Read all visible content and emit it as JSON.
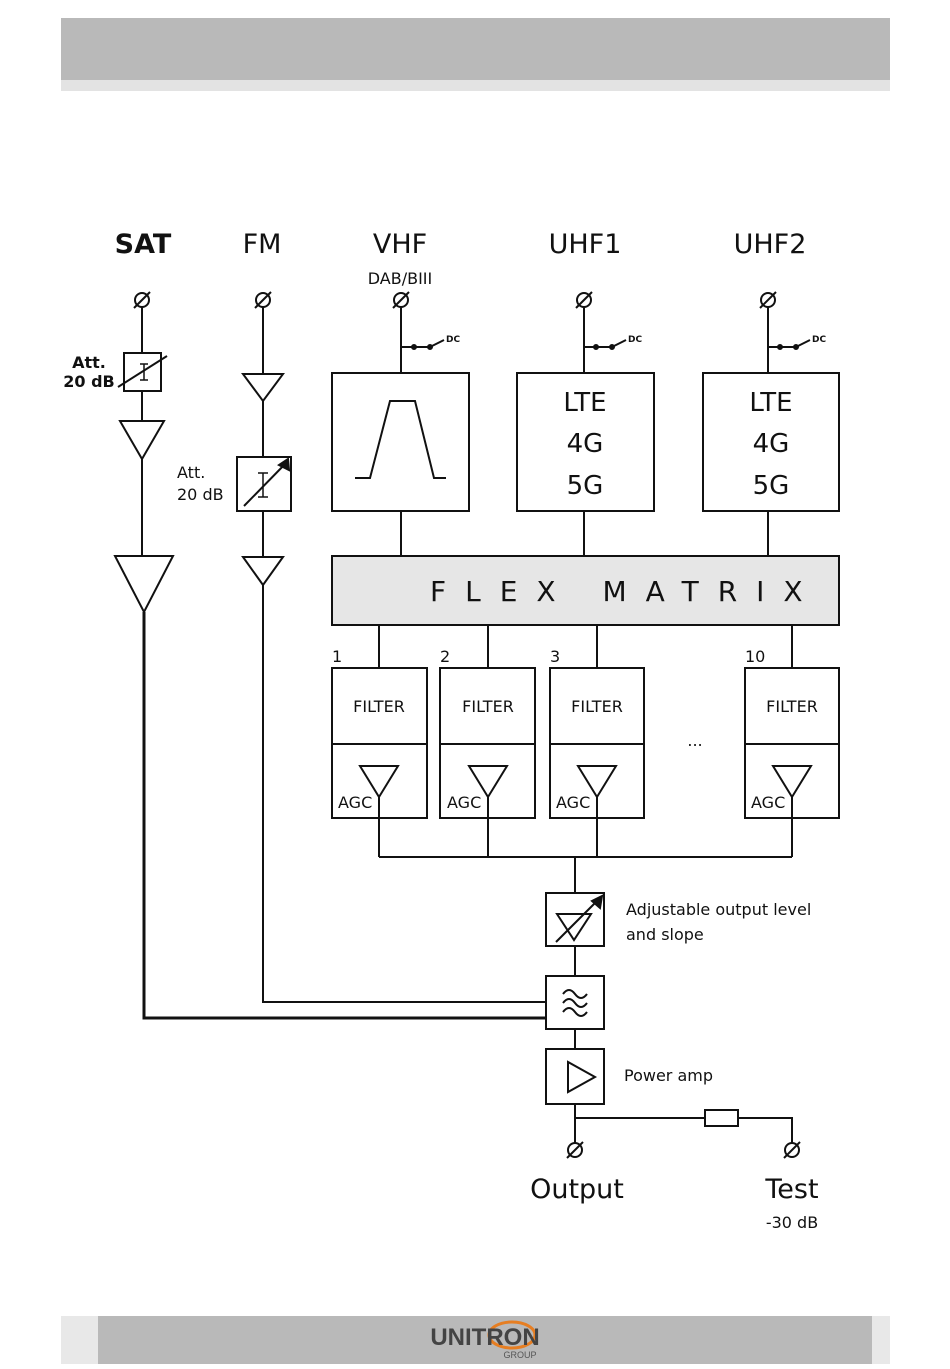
{
  "inputs": {
    "sat": "SAT",
    "fm": "FM",
    "vhf": "VHF",
    "vhf_sub": "DAB/BIII",
    "uhf1": "UHF1",
    "uhf2": "UHF2"
  },
  "attenuators": {
    "sat": {
      "line1": "Att.",
      "line2": "20 dB"
    },
    "fm": {
      "line1": "Att.",
      "line2": "20 dB"
    }
  },
  "dc_label": "DC",
  "lte_boxes": {
    "uhf1": [
      "LTE",
      "4G",
      "5G"
    ],
    "uhf2": [
      "LTE",
      "4G",
      "5G"
    ]
  },
  "matrix_label": "FLEX MATRIX",
  "channels": [
    {
      "number": "1",
      "filter": "FILTER",
      "agc": "AGC"
    },
    {
      "number": "2",
      "filter": "FILTER",
      "agc": "AGC"
    },
    {
      "number": "3",
      "filter": "FILTER",
      "agc": "AGC"
    },
    {
      "number": "10",
      "filter": "FILTER",
      "agc": "AGC"
    }
  ],
  "ellipsis": "...",
  "output_stage": {
    "adjustable": {
      "line1": "Adjustable output level",
      "line2": "and slope"
    },
    "power_amp": "Power amp"
  },
  "outputs": {
    "output": "Output",
    "test": "Test",
    "test_level": "-30 dB"
  },
  "footer": {
    "logo_main": "UNITRON",
    "logo_sub": "GROUP"
  },
  "colors": {
    "bar": "#b9b9b9",
    "matrix_fill": "#e6e6e6",
    "line": "#111111"
  }
}
